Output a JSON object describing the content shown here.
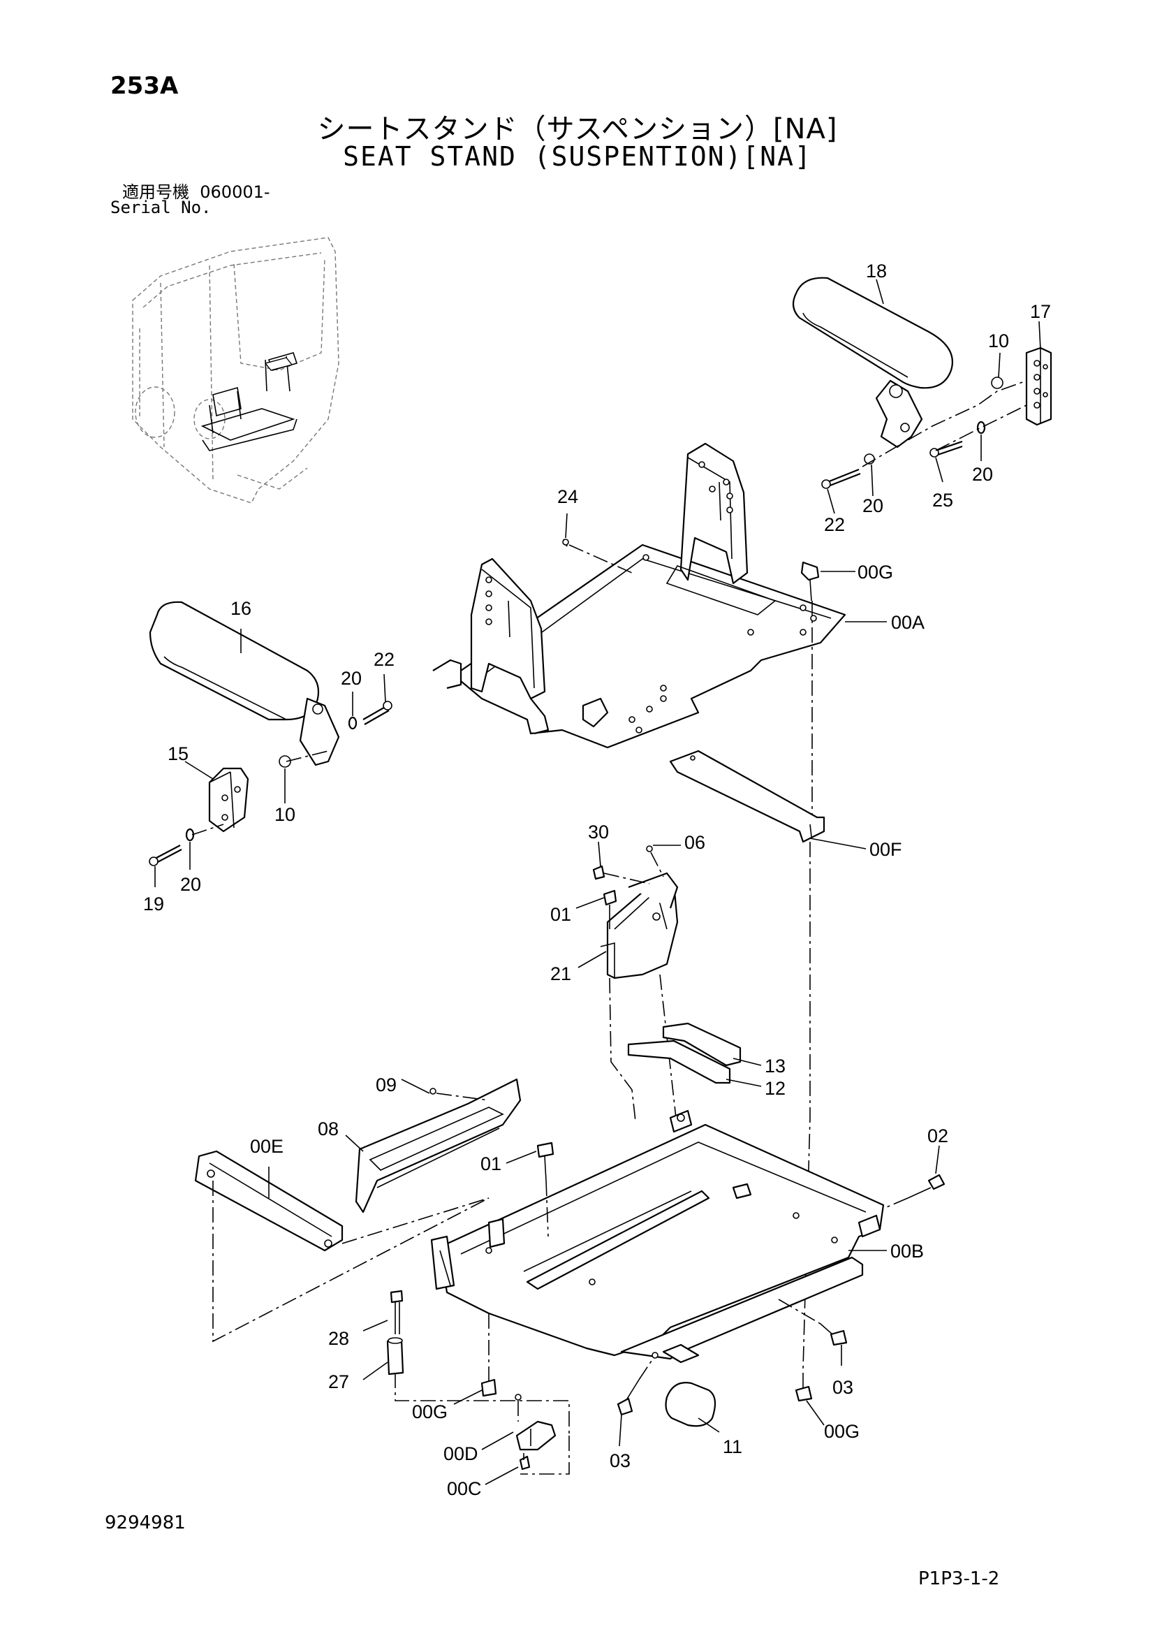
{
  "header": {
    "page_code": "253A",
    "title_jp": "シートスタンド（サスペンション）[NA]",
    "title_en": "SEAT STAND (SUSPENTION)[NA]",
    "serial_label_jp": "適用号機",
    "serial_value": "060001-",
    "serial_label_en": "Serial No."
  },
  "footer": {
    "drawing_no": "9294981",
    "page_ref": "P1P3-1-2"
  },
  "callouts": {
    "c18": "18",
    "c17": "17",
    "c10a": "10",
    "c20a": "20",
    "c20b": "20",
    "c22a": "22",
    "c25": "25",
    "c24": "24",
    "c00G_a": "00G",
    "c00A": "00A",
    "c16": "16",
    "c20c": "20",
    "c22b": "22",
    "c15": "15",
    "c10b": "10",
    "c20d": "20",
    "c19": "19",
    "c30": "30",
    "c06": "06",
    "c00F": "00F",
    "c01a": "01",
    "c21": "21",
    "c13": "13",
    "c12": "12",
    "c09": "09",
    "c08": "08",
    "c00E": "00E",
    "c01b": "01",
    "c02": "02",
    "c00B": "00B",
    "c28": "28",
    "c27": "27",
    "c03a": "03",
    "c00G_b": "00G",
    "c11": "11",
    "c00D": "00D",
    "c03b": "03",
    "c00G_c": "00G",
    "c00C": "00C"
  }
}
